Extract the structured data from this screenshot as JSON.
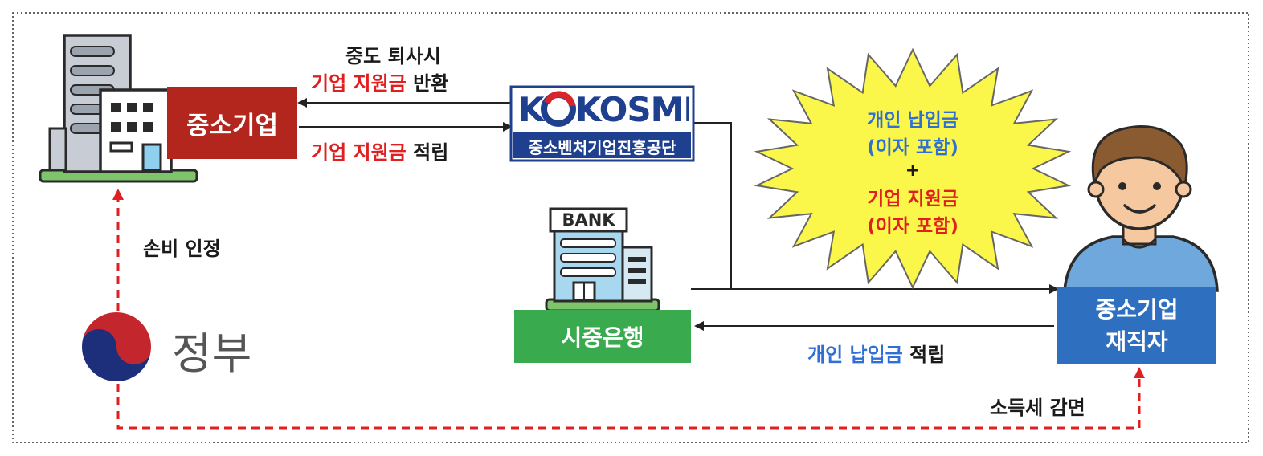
{
  "colors": {
    "border": "#333333",
    "sme_box": "#b3261e",
    "kosme_blue": "#1f3f8f",
    "kosme_red": "#d9252a",
    "bank_box": "#3aaa4f",
    "employee_box": "#2f6fbf",
    "starburst": "#fbf64a",
    "gov_arrow": "#e02020",
    "accent_red": "#e02020",
    "accent_blue": "#2f6fd6"
  },
  "icons": {
    "company": "office-building-icon",
    "bank": "bank-building-icon",
    "employee": "person-avatar-icon",
    "government": "korea-government-emblem-icon"
  },
  "sme": {
    "label": "중소기업"
  },
  "kosme": {
    "logo": "KOSME",
    "subtitle": "중소벤처기업진흥공단"
  },
  "bank": {
    "sign": "BANK",
    "label": "시중은행"
  },
  "employee": {
    "line1": "중소기업",
    "line2": "재직자"
  },
  "government": {
    "label": "정부"
  },
  "flows": {
    "refund_line1": "중도 퇴사시",
    "refund_red": "기업 지원금",
    "refund_rest": "반환",
    "contribute_red": "기업 지원금",
    "contribute_rest": "적립",
    "personal_blue": "개인 납입금",
    "personal_rest": "적립",
    "expense": "손비 인정",
    "tax": "소득세 감면"
  },
  "burst": {
    "line1": "개인 납입금",
    "line2": "(이자 포함)",
    "plus": "+",
    "line3": "기업 지원금",
    "line4": "(이자 포함)"
  }
}
